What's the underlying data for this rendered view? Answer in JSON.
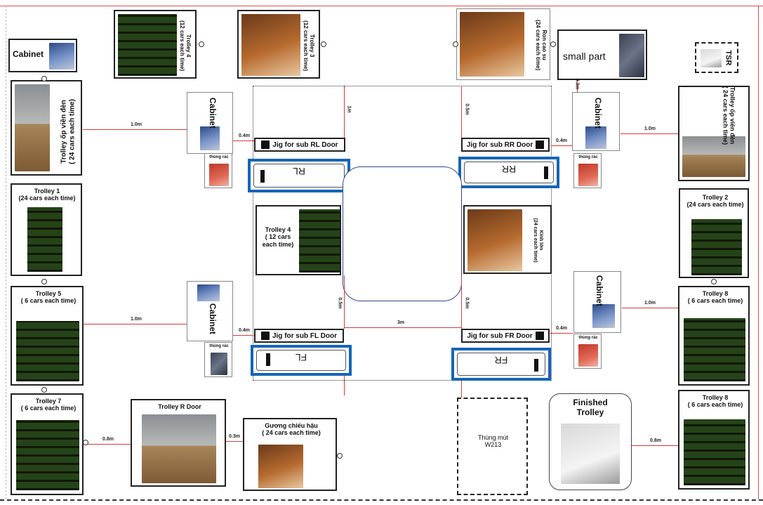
{
  "labels": {
    "cabinet_top_left": "Cabinet",
    "trolley4_top": "Trolley 4\n(12 cars each time)",
    "trolley3_top": "Trolley 3\n(12 cars each time)",
    "rubber_top": "Ron cao su\n(24 cars each time)",
    "small_part": "small part",
    "tsr": "TSR",
    "trolley_left_upper": "Trolley ốp viền đèn\n( 24 cars each time)",
    "trolley_right_upper": "Trolley ốp viền đèn\n( 24 cars each time)",
    "cabinet_left_upper": "Cabinet",
    "cabinet_right_upper": "Cabinet",
    "thung_rac": "thùng rác",
    "trolley1": "Trolley 1\n(24 cars each time)",
    "trolley2": "Trolley 2\n(24 cars each time)",
    "trolley4_mid": "Trolley 4\n( 12 cars\neach time)",
    "kinh_lon": "Kính lớn\n(24 cars each time)",
    "trolley5": "Trolley 5\n( 6 cars each time)",
    "trolley8_mid": "Trolley 8\n( 6 cars each time)",
    "cabinet_left_lower": "Cabinet",
    "cabinet_right_lower": "Cabinet",
    "trolley7": "Trolley 7\n( 6 cars each time)",
    "trolley_r_door": "Trolley R Door",
    "guong": "Gương chiếu hậu\n( 24 cars each time)",
    "thung_mut": "Thùng mút\nW213",
    "finished": "Finished\nTrolley",
    "trolley8_bottom": "Trolley 8\n( 6 cars each time)"
  },
  "jigs": {
    "rl": "Jig for sub RL Door",
    "rr": "Jig for sub RR Door",
    "fl": "Jig for sub FL Door",
    "fr": "Jig for sub FR Door"
  },
  "doors": {
    "rl": "RL",
    "rr": "RR",
    "fl": "FL",
    "fr": "FR"
  },
  "dims": {
    "d_left_upper": "1.0m",
    "d_left_cab_upper": "0.4m",
    "d_right_upper": "1.0m",
    "d_right_cab_upper": "0.4m",
    "d_left_lower": "1.0m",
    "d_left_cab_lower": "0.4m",
    "d_right_lower": "1.0m",
    "d_right_cab_lower": "0.4m",
    "d_center": "3m",
    "d_v_left_top": "1m",
    "d_v_right_top": "0.5m",
    "d_v_left_mid": "0.5m",
    "d_v_right_mid": "0.5m",
    "d_small": "0.3m",
    "d_bottom_left": "0.8m",
    "d_bottom_mid": "0.3m",
    "d_bottom_right": "0.8m"
  },
  "colors": {
    "door_border": "#1565b8",
    "arrow": "#d63b3b",
    "center_border": "#2c4a8a"
  }
}
